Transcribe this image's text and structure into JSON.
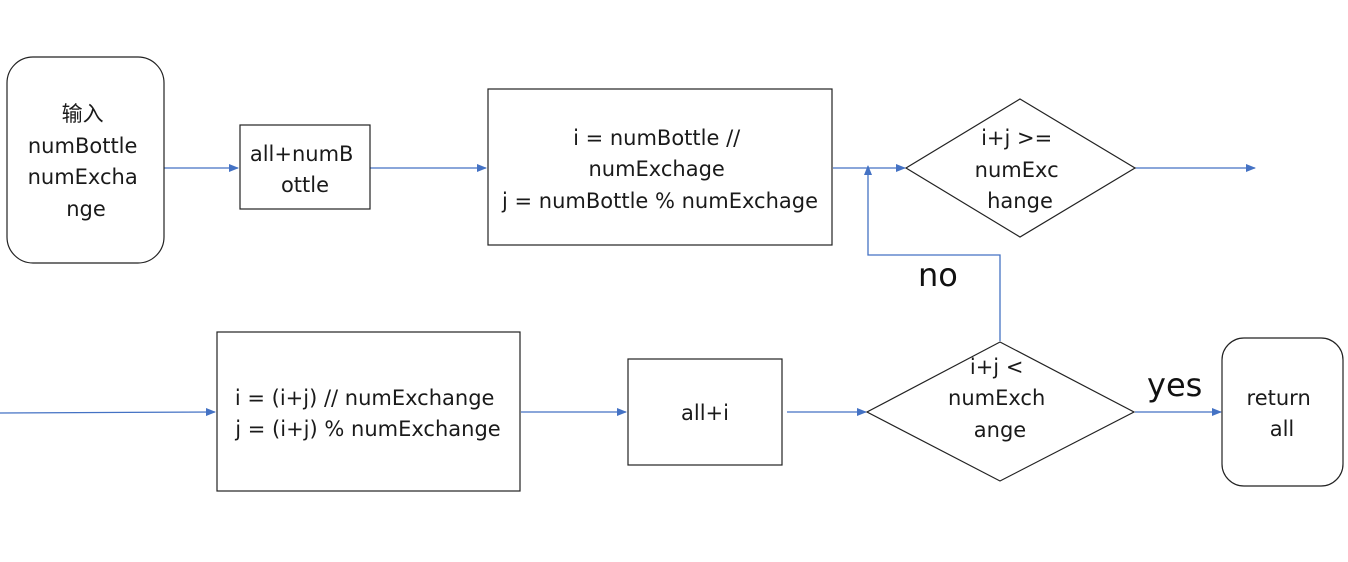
{
  "colors": {
    "edge": "#4472c4",
    "border": "#222222",
    "text": "#1a1a1a"
  },
  "nodes": {
    "input": {
      "lines": [
        "输入",
        "numBottle",
        "numExcha",
        "nge"
      ]
    },
    "add_bottle": {
      "lines": [
        "all+numB",
        "ottle"
      ]
    },
    "compute_ij": {
      "lines": [
        "i = numBottle //",
        "numExchage",
        "j = numBottle % numExchage"
      ]
    },
    "check_ge": {
      "lines": [
        "i+j >=",
        "numExc",
        "hange"
      ]
    },
    "update_ij": {
      "lines": [
        "i = (i+j) // numExchange",
        "j = (i+j) % numExchange"
      ]
    },
    "add_i": {
      "lines": [
        "all+i"
      ]
    },
    "check_lt": {
      "lines": [
        "i+j <",
        "numExch",
        "ange"
      ]
    },
    "return_all": {
      "lines": [
        "return",
        "all"
      ]
    }
  },
  "edge_labels": {
    "no": "no",
    "yes": "yes"
  }
}
